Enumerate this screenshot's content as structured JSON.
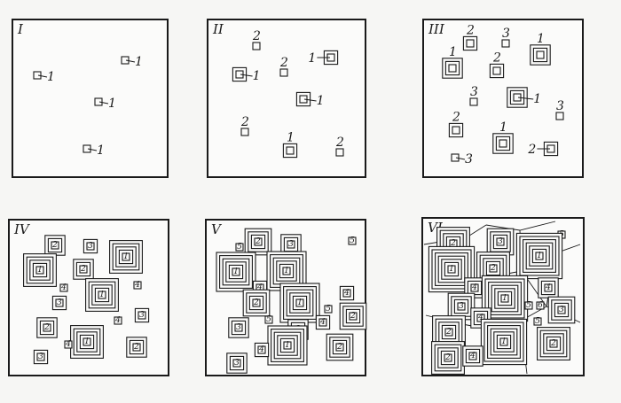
{
  "panels": [
    {
      "id": "I",
      "roman": "I",
      "crystals": [
        {
          "label": "1",
          "rings": 1
        },
        {
          "label": "1",
          "rings": 1
        },
        {
          "label": "1",
          "rings": 1
        },
        {
          "label": "1",
          "rings": 1
        }
      ]
    },
    {
      "id": "II",
      "roman": "II",
      "crystals": [
        {
          "label": "2",
          "rings": 1
        },
        {
          "label": "1",
          "rings": 2
        },
        {
          "label": "2",
          "rings": 1
        },
        {
          "label": "1",
          "rings": 2
        },
        {
          "label": "1",
          "rings": 2
        },
        {
          "label": "2",
          "rings": 1
        },
        {
          "label": "1",
          "rings": 2
        },
        {
          "label": "2",
          "rings": 1
        }
      ]
    },
    {
      "id": "III",
      "roman": "III",
      "crystals": [
        {
          "label": "2",
          "rings": 2
        },
        {
          "label": "3",
          "rings": 1
        },
        {
          "label": "1",
          "rings": 3
        },
        {
          "label": "1",
          "rings": 3
        },
        {
          "label": "2",
          "rings": 2
        },
        {
          "label": "3",
          "rings": 1
        },
        {
          "label": "1",
          "rings": 3
        },
        {
          "label": "3",
          "rings": 1
        },
        {
          "label": "2",
          "rings": 2
        },
        {
          "label": "1",
          "rings": 3
        },
        {
          "label": "3",
          "rings": 1
        },
        {
          "label": "2",
          "rings": 2
        }
      ]
    },
    {
      "id": "IV",
      "roman": "IV",
      "crystals": [
        {
          "label": "2",
          "rings": 3
        },
        {
          "label": "3",
          "rings": 2
        },
        {
          "label": "1",
          "rings": 5
        },
        {
          "label": "1",
          "rings": 5
        },
        {
          "label": "2",
          "rings": 3
        },
        {
          "label": "4",
          "rings": 1
        },
        {
          "label": "3",
          "rings": 2
        },
        {
          "label": "1",
          "rings": 5
        },
        {
          "label": "4",
          "rings": 1
        },
        {
          "label": "2",
          "rings": 3
        },
        {
          "label": "4",
          "rings": 1
        },
        {
          "label": "3",
          "rings": 2
        },
        {
          "label": "1",
          "rings": 5
        },
        {
          "label": "4",
          "rings": 1
        },
        {
          "label": "3",
          "rings": 2
        },
        {
          "label": "2",
          "rings": 3
        }
      ]
    },
    {
      "id": "V",
      "roman": "V",
      "crystals": [
        {
          "label": "5",
          "rings": 1
        },
        {
          "label": "2",
          "rings": 4
        },
        {
          "label": "3",
          "rings": 3
        },
        {
          "label": "5",
          "rings": 1
        },
        {
          "label": "1",
          "rings": 6
        },
        {
          "label": "1",
          "rings": 6
        },
        {
          "label": "4",
          "rings": 2
        },
        {
          "label": "2",
          "rings": 4
        },
        {
          "label": "3",
          "rings": 3
        },
        {
          "label": "1",
          "rings": 6
        },
        {
          "label": "4",
          "rings": 2
        },
        {
          "label": "5",
          "rings": 1
        },
        {
          "label": "3",
          "rings": 3
        },
        {
          "label": "2",
          "rings": 4
        },
        {
          "label": "5",
          "rings": 1
        },
        {
          "label": "4",
          "rings": 2
        },
        {
          "label": "1",
          "rings": 6
        },
        {
          "label": "4",
          "rings": 2
        },
        {
          "label": "3",
          "rings": 3
        },
        {
          "label": "2",
          "rings": 4
        }
      ]
    },
    {
      "id": "VI",
      "roman": "VI",
      "crystals": [
        {
          "label": "5",
          "rings": 1
        },
        {
          "label": "2",
          "rings": 5
        },
        {
          "label": "3",
          "rings": 4
        },
        {
          "label": "1",
          "rings": 7
        },
        {
          "label": "1",
          "rings": 7
        },
        {
          "label": "2",
          "rings": 5
        },
        {
          "label": "4",
          "rings": 3
        },
        {
          "label": "5",
          "rings": 1
        },
        {
          "label": "4",
          "rings": 3
        },
        {
          "label": "3",
          "rings": 4
        },
        {
          "label": "1",
          "rings": 7
        },
        {
          "label": "5",
          "rings": 1
        },
        {
          "label": "6",
          "rings": 1
        },
        {
          "label": "3",
          "rings": 4
        },
        {
          "label": "4",
          "rings": 3
        },
        {
          "label": "2",
          "rings": 5
        },
        {
          "label": "5",
          "rings": 1
        },
        {
          "label": "1",
          "rings": 7
        },
        {
          "label": "2",
          "rings": 5
        },
        {
          "label": "2",
          "rings": 5
        },
        {
          "label": "4",
          "rings": 3
        }
      ]
    }
  ]
}
